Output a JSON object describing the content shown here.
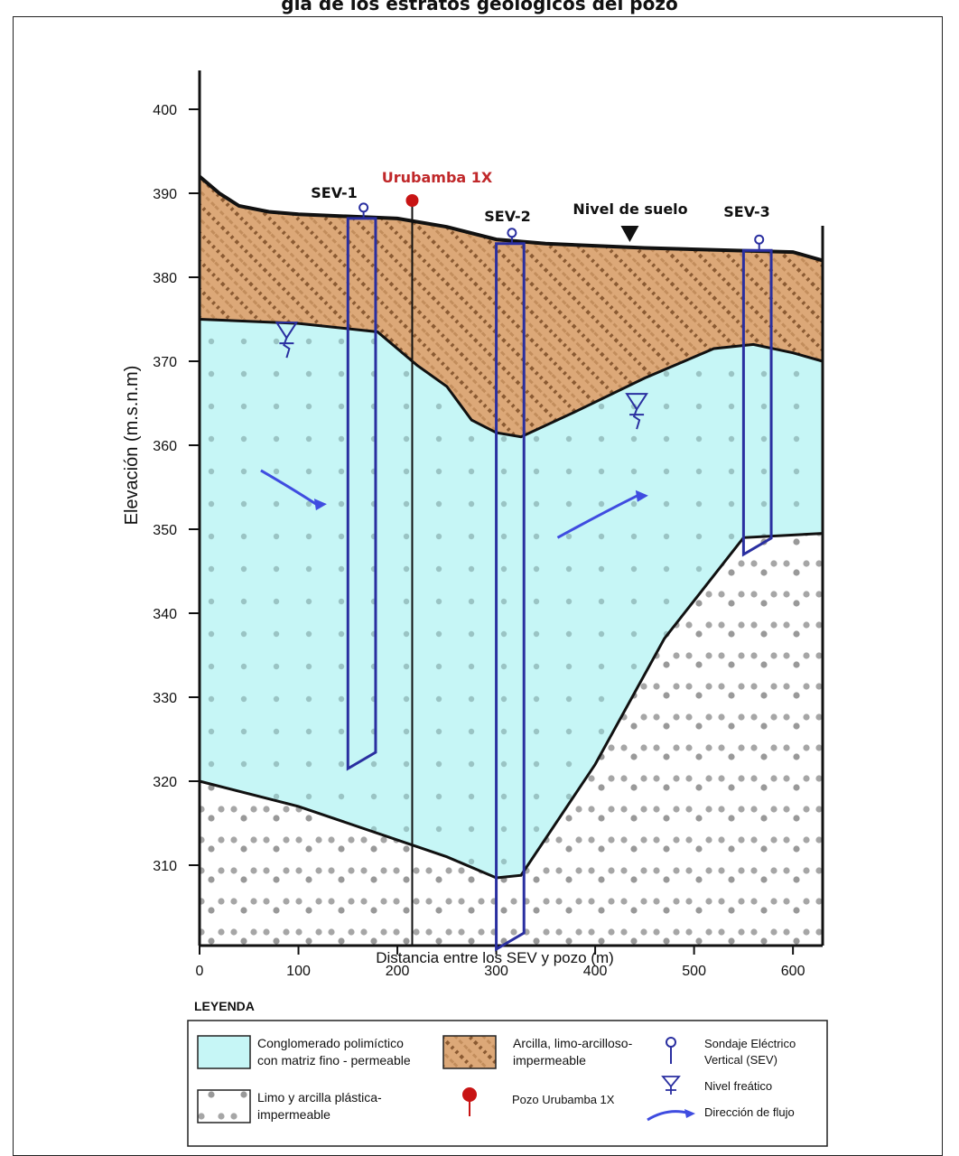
{
  "title": "gía de los estratos geológicos del pozo",
  "axes": {
    "ylabel": "Elevación (m.s.n.m)",
    "xlabel": "Distancia entre los SEV y pozo (m)",
    "yticks": [
      "400",
      "390",
      "380",
      "370",
      "360",
      "350",
      "340",
      "330",
      "320",
      "310"
    ],
    "xticks": [
      "0",
      "100",
      "200",
      "300",
      "400",
      "500",
      "600"
    ],
    "x_range": [
      0,
      630
    ],
    "y_range": [
      300,
      405
    ]
  },
  "labels": {
    "sev1": "SEV-1",
    "well": "Urubamba 1X",
    "sev2": "SEV-2",
    "ground": "Nivel de suelo",
    "sev3": "SEV-3"
  },
  "legend": {
    "heading": "LEYENDA",
    "conglomerate": [
      "Conglomerado polimíctico",
      "con matriz fino - permeable"
    ],
    "clay": [
      "Arcilla, limo-arcilloso-",
      "impermeable"
    ],
    "silt": [
      "Limo y arcilla plástica-",
      "impermeable"
    ],
    "sev": [
      "Sondaje Eléctrico",
      "Vertical (SEV)"
    ],
    "water_table": "Nivel freático",
    "well": "Pozo Urubamba 1X",
    "flow": "Dirección de flujo"
  },
  "colors": {
    "conglomerate": "#c6f6f6",
    "clay": "#dca878",
    "silt": "#ffffff",
    "well": "#c81414",
    "sev": "#2a2fa0",
    "flow_arrow": "#3f4ce0",
    "well_label": "#c0282a"
  },
  "geology": {
    "ground_surface": [
      [
        0,
        392
      ],
      [
        20,
        390
      ],
      [
        40,
        388.5
      ],
      [
        70,
        387.8
      ],
      [
        100,
        387.5
      ],
      [
        200,
        387
      ],
      [
        250,
        386
      ],
      [
        300,
        384.5
      ],
      [
        350,
        384
      ],
      [
        450,
        383.5
      ],
      [
        600,
        383
      ],
      [
        630,
        382
      ]
    ],
    "clay_base": [
      [
        0,
        375
      ],
      [
        100,
        374.5
      ],
      [
        180,
        373.5
      ],
      [
        220,
        369.5
      ],
      [
        250,
        367
      ],
      [
        275,
        363
      ],
      [
        300,
        361.5
      ],
      [
        325,
        361
      ],
      [
        380,
        364
      ],
      [
        450,
        368
      ],
      [
        520,
        371.5
      ],
      [
        560,
        372
      ],
      [
        600,
        371
      ],
      [
        630,
        370
      ]
    ],
    "conglomerate_base": [
      [
        0,
        320
      ],
      [
        100,
        317
      ],
      [
        200,
        313
      ],
      [
        250,
        311
      ],
      [
        300,
        308.5
      ],
      [
        325,
        308.8
      ],
      [
        400,
        322
      ],
      [
        470,
        337
      ],
      [
        550,
        349
      ],
      [
        630,
        349.5
      ]
    ],
    "soundings": [
      {
        "label_key": "sev1",
        "x": [
          150,
          178
        ],
        "top": 387,
        "bottom": 321.5
      },
      {
        "label_key": "sev2",
        "x": [
          300,
          328
        ],
        "top": 384,
        "bottom": 300
      },
      {
        "label_key": "sev3",
        "x": [
          550,
          578
        ],
        "top": 383.2,
        "bottom": 347
      }
    ],
    "well_x": 215,
    "water_tables": [
      [
        88,
        373
      ],
      [
        442,
        364.5
      ]
    ],
    "ground_marker_x": 435,
    "flow_arrows": [
      {
        "from": [
          62,
          357
        ],
        "to": [
          125,
          353
        ]
      },
      {
        "from": [
          362,
          349
        ],
        "to": [
          450,
          354
        ]
      }
    ]
  }
}
